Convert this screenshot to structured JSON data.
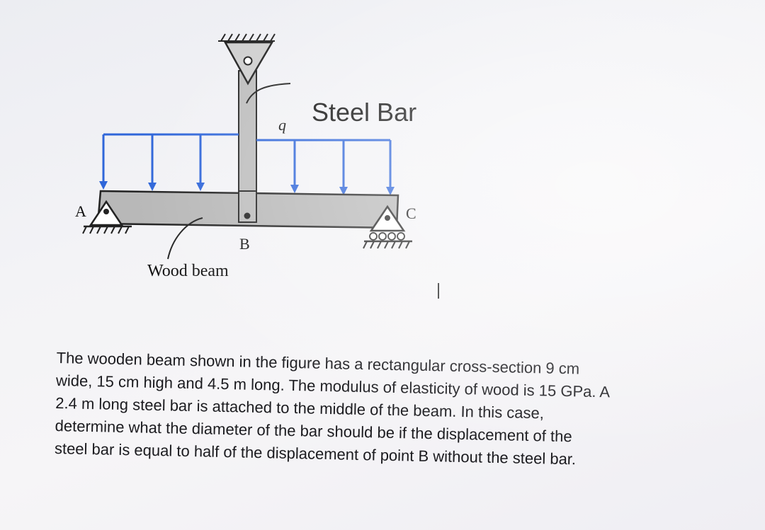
{
  "figure": {
    "labels": {
      "support_a": "A",
      "support_c": "C",
      "point_b": "B",
      "load": "q",
      "steel_bar": "Steel Bar",
      "wood_beam": "Wood beam"
    },
    "colors": {
      "beam_fill": "#b8b8b8",
      "bar_fill": "#bdbdbd",
      "load_arrow": "#2f66d9",
      "outline": "#222222"
    }
  },
  "problem": {
    "text": "The wooden beam shown in the figure has a rectangular cross-section 9 cm\nwide, 15 cm high and 4.5 m long. The modulus of elasticity of wood is 15 GPa. A\n2.4 m long steel bar is attached to the middle of the beam. In this case,\ndetermine what the diameter of the bar should be if the displacement of the\nsteel bar is equal to half of the displacement of point B without the steel bar."
  }
}
